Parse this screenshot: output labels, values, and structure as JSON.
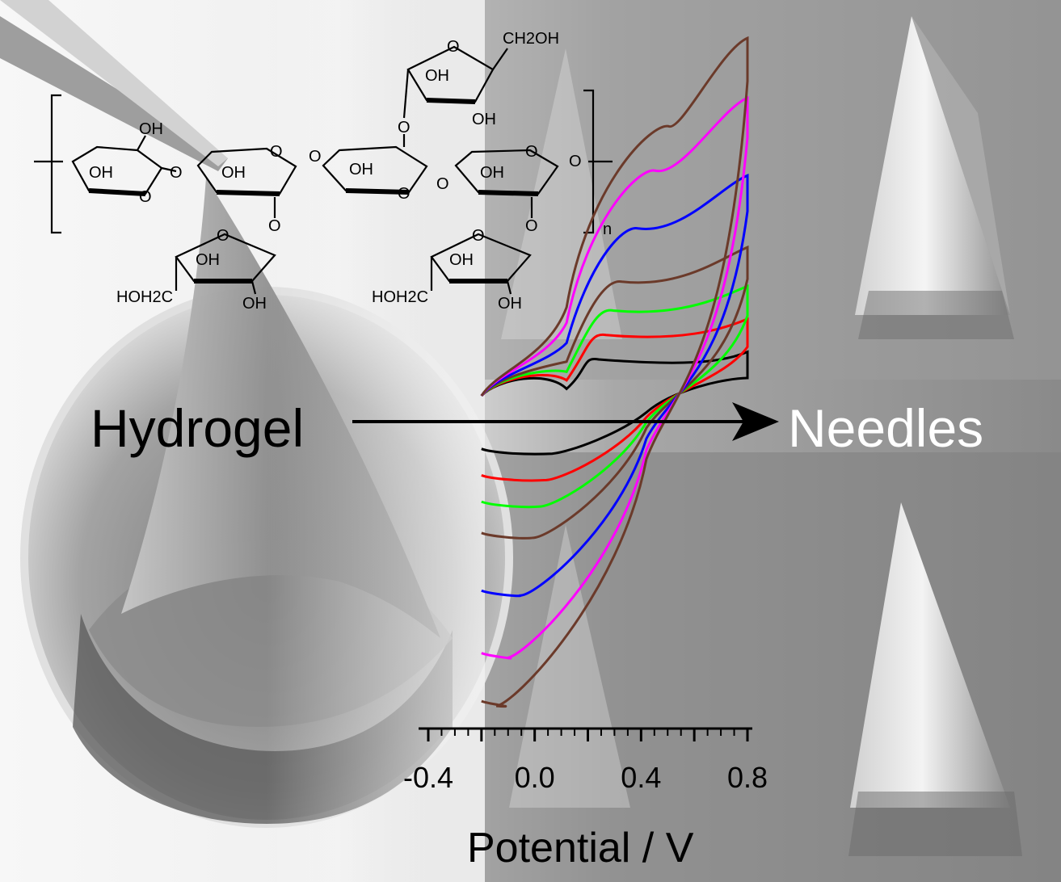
{
  "labels": {
    "left": "Hydrogel",
    "right": "Needles"
  },
  "structure": {
    "bracket_subscript": "n",
    "hydroxyl": "OH",
    "ring_oxygen": "O",
    "ch2oh_top": "CH2OH",
    "hoh2c_left": "HOH2C",
    "hoh2c_right": "HOH2C"
  },
  "chart_data": {
    "type": "line",
    "xlabel": "Potential / V",
    "ylabel": "",
    "x_ticks": [
      "-0.4",
      "0.0",
      "0.4",
      "0.8"
    ],
    "xlim": [
      -0.4,
      0.8
    ],
    "y_axis_shown": false,
    "legend": "none",
    "grid": false,
    "series_colors": [
      "#000000",
      "#ff0000",
      "#00ff00",
      "#6b3a2a",
      "#0000ff",
      "#ff00ff",
      "#6b3a2a"
    ],
    "curve_scale": [
      0.6,
      1.15,
      1.7,
      2.35,
      3.55,
      4.85,
      5.85
    ]
  },
  "colors": {
    "arrow": "#000000",
    "hydrogel_text": "#000000",
    "needles_text": "#ffffff"
  }
}
